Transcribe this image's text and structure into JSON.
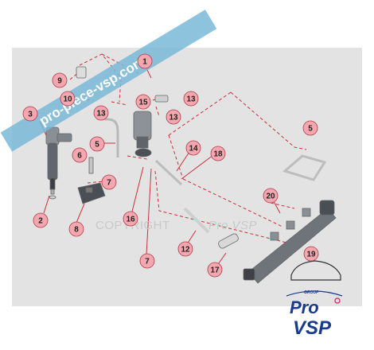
{
  "watermark": {
    "text": "pro-piece-vsp.com",
    "color": "#7ab8d8"
  },
  "copyright": {
    "text": "COPYRIGHT",
    "suffix": "Pro VSP"
  },
  "logo": {
    "line1": "Pro",
    "line2": "VSP",
    "badge": "GROUP",
    "color": "#1a3a8c",
    "dot_color": "#e0306a"
  },
  "colors": {
    "callout_fill": "#f4a7ae",
    "callout_stroke": "#b03a48",
    "leader": "#c9303c",
    "panel": "#e3e3e3"
  },
  "callouts": [
    {
      "id": "c1",
      "label": "1"
    },
    {
      "id": "c9",
      "label": "9"
    },
    {
      "id": "c10",
      "label": "10"
    },
    {
      "id": "c15",
      "label": "15"
    },
    {
      "id": "c13a",
      "label": "13"
    },
    {
      "id": "c3",
      "label": "3"
    },
    {
      "id": "c13b",
      "label": "13"
    },
    {
      "id": "c13c",
      "label": "13"
    },
    {
      "id": "c5a",
      "label": "5"
    },
    {
      "id": "c5b",
      "label": "5"
    },
    {
      "id": "c14",
      "label": "14"
    },
    {
      "id": "c18",
      "label": "18"
    },
    {
      "id": "c6",
      "label": "6"
    },
    {
      "id": "c7a",
      "label": "7"
    },
    {
      "id": "c2",
      "label": "2"
    },
    {
      "id": "c8",
      "label": "8"
    },
    {
      "id": "c16",
      "label": "16"
    },
    {
      "id": "c20",
      "label": "20"
    },
    {
      "id": "c12",
      "label": "12"
    },
    {
      "id": "c17",
      "label": "17"
    },
    {
      "id": "c7b",
      "label": "7"
    },
    {
      "id": "c19",
      "label": "19"
    }
  ]
}
